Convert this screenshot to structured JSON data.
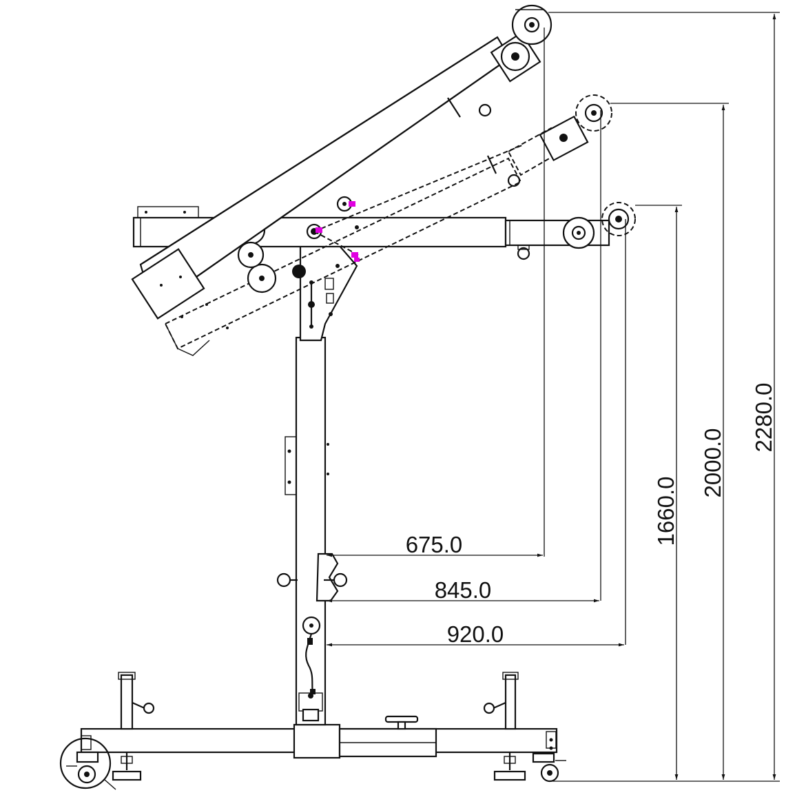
{
  "dimensions": {
    "horizontal": [
      {
        "id": "reach_1",
        "value": "675.0"
      },
      {
        "id": "reach_2",
        "value": "845.0"
      },
      {
        "id": "reach_3",
        "value": "920.0"
      }
    ],
    "vertical": [
      {
        "id": "height_1",
        "value": "1660.0"
      },
      {
        "id": "height_2",
        "value": "2000.0"
      },
      {
        "id": "height_3",
        "value": "2280.0"
      }
    ]
  },
  "colors": {
    "line": "#111111",
    "highlight": "#e000e0",
    "background": "#ffffff"
  }
}
